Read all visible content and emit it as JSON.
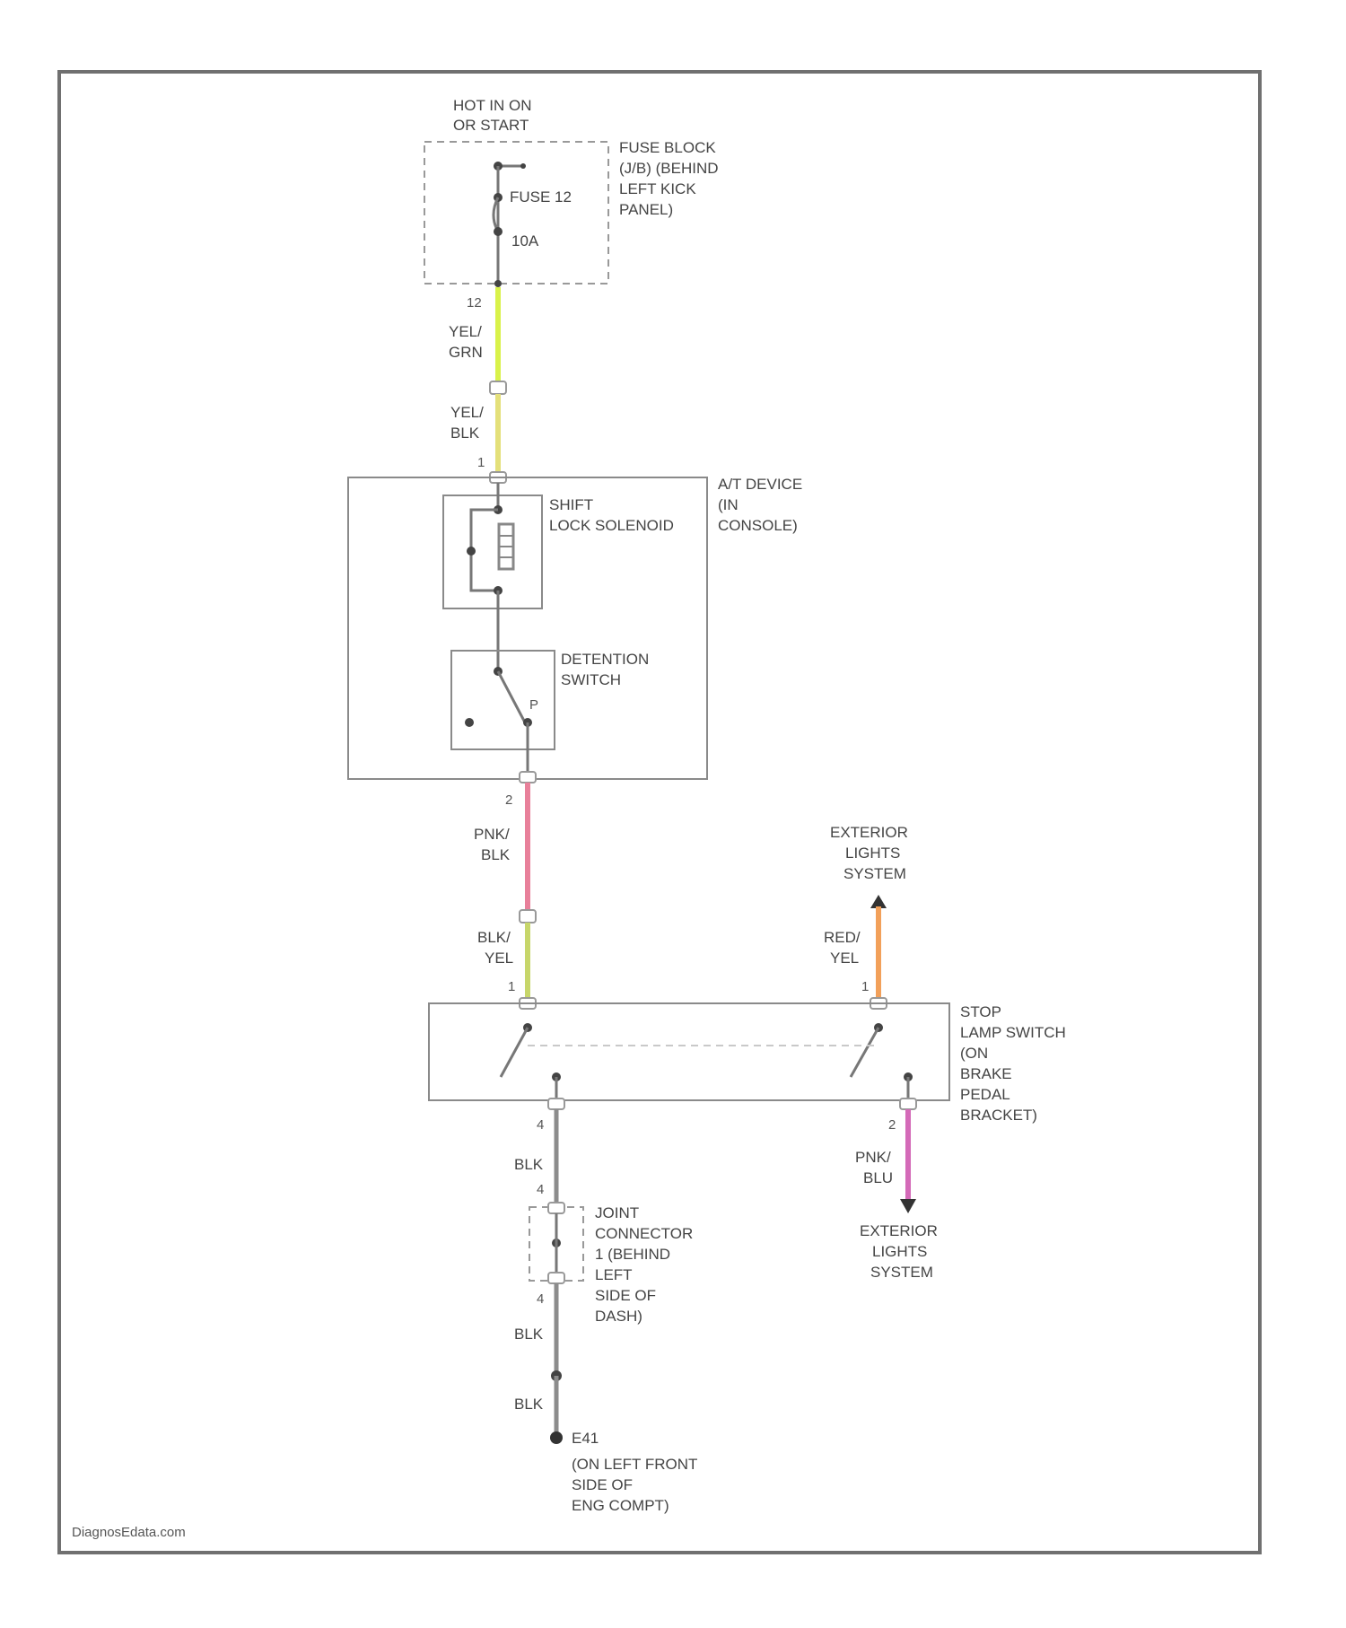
{
  "hot_label": [
    "HOT IN ON",
    "OR START"
  ],
  "fuse_block_label": [
    "FUSE BLOCK",
    "(J/B) (BEHIND",
    "LEFT KICK",
    "PANEL)"
  ],
  "fuse_name": "FUSE 12",
  "fuse_rating": "10A",
  "fuse_pin": "12",
  "wire_top_1": [
    "YEL/",
    "GRN"
  ],
  "wire_top_2": [
    "YEL/",
    "BLK"
  ],
  "pin_at_1": "1",
  "at_device_label": [
    "A/T DEVICE",
    "(IN",
    "CONSOLE)"
  ],
  "solenoid_label": [
    "SHIFT",
    "LOCK SOLENOID"
  ],
  "detention_label": [
    "DETENTION",
    "SWITCH"
  ],
  "detention_pos": "P",
  "pin_at_2": "2",
  "wire_mid_1": [
    "PNK/",
    "BLK"
  ],
  "wire_mid_2": [
    "BLK/",
    "YEL"
  ],
  "pin_stop_left": "1",
  "ext_lights_top": [
    "EXTERIOR",
    "LIGHTS",
    "SYSTEM"
  ],
  "wire_red": [
    "RED/",
    "YEL"
  ],
  "pin_stop_right": "1",
  "stop_switch_label": [
    "STOP",
    "LAMP SWITCH",
    "(ON",
    "BRAKE",
    "PEDAL",
    "BRACKET)"
  ],
  "pin_stop_4": "4",
  "pin_stop_2": "2",
  "wire_blk_1": "BLK",
  "pin_jc_4": "4",
  "joint_label": [
    "JOINT",
    "CONNECTOR",
    "1 (BEHIND",
    "LEFT",
    "SIDE OF",
    "DASH)"
  ],
  "pin_jc_4b": "4",
  "wire_blk_2": "BLK",
  "wire_blk_3": "BLK",
  "wire_pnk_blu": [
    "PNK/",
    "BLU"
  ],
  "ext_lights_bottom": [
    "EXTERIOR",
    "LIGHTS",
    "SYSTEM"
  ],
  "ground_label": [
    "E41",
    "(ON LEFT FRONT",
    "SIDE OF",
    "ENG COMPT)"
  ],
  "watermark": "DiagnosEdata.com",
  "colors": {
    "yel_grn": "#d9f24a",
    "yel_blk": "#e4e07a",
    "pnk_blk": "#e8809a",
    "blk_yel": "#c7d66a",
    "red_yel": "#f2a05a",
    "pnk_blu": "#d46ab8",
    "blk": "#8c8c8c"
  }
}
